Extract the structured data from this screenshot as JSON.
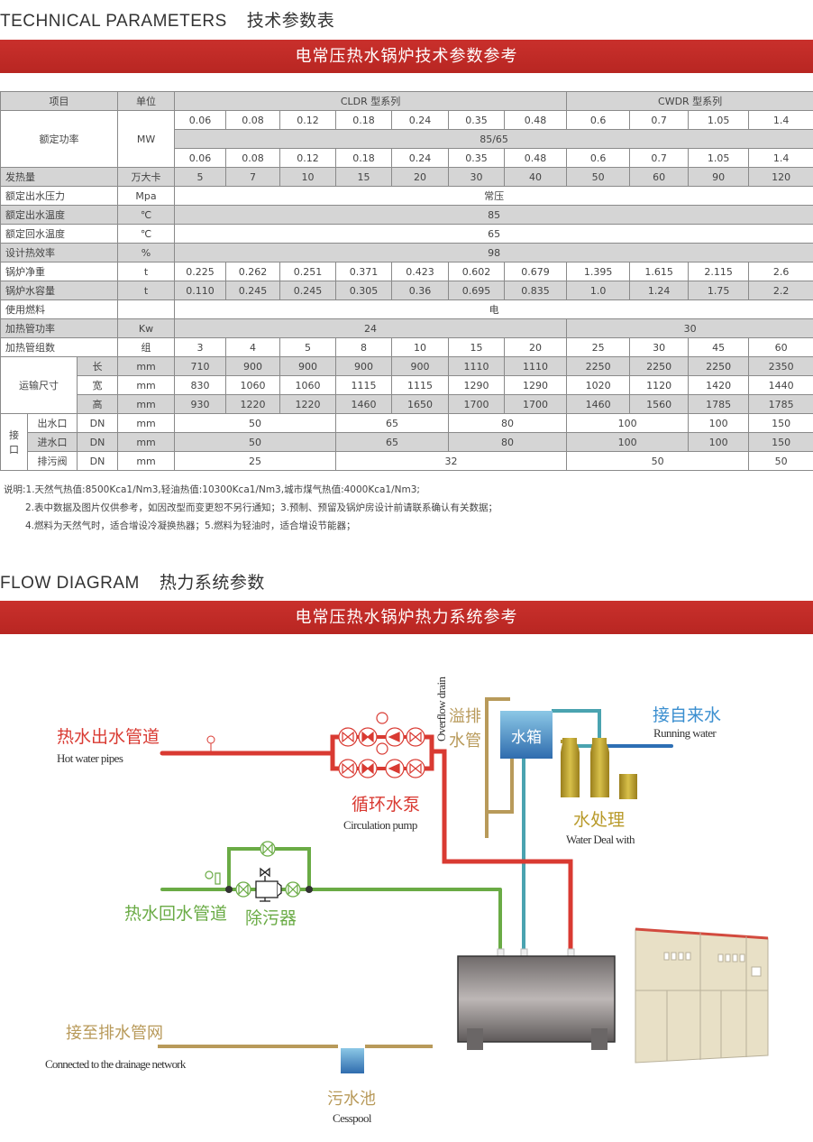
{
  "section1": {
    "en": "TECHNICAL PARAMETERS",
    "cn": "技术参数表",
    "banner": "电常压热水锅炉技术参数参考"
  },
  "table": {
    "header": {
      "item": "项目",
      "unit": "单位",
      "series_a": "CLDR 型系列",
      "series_b": "CWDR 型系列"
    },
    "rated_power": {
      "label": "额定功率",
      "unit": "MW",
      "row1": [
        "0.06",
        "0.08",
        "0.12",
        "0.18",
        "0.24",
        "0.35",
        "0.48",
        "0.6",
        "0.7",
        "1.05",
        "1.4"
      ],
      "temp": "85/65",
      "row2": [
        "0.06",
        "0.08",
        "0.12",
        "0.18",
        "0.24",
        "0.35",
        "0.48",
        "0.6",
        "0.7",
        "1.05",
        "1.4"
      ]
    },
    "heat_output": {
      "label": "发热量",
      "unit": "万大卡",
      "values": [
        "5",
        "7",
        "10",
        "15",
        "20",
        "30",
        "40",
        "50",
        "60",
        "90",
        "120"
      ]
    },
    "outlet_pressure": {
      "label": "额定出水压力",
      "unit": "Mpa",
      "value": "常压"
    },
    "outlet_temp": {
      "label": "额定出水温度",
      "unit": "℃",
      "value": "85"
    },
    "return_temp": {
      "label": "额定回水温度",
      "unit": "℃",
      "value": "65"
    },
    "efficiency": {
      "label": "设计热效率",
      "unit": "%",
      "value": "98"
    },
    "net_weight": {
      "label": "锅炉净重",
      "unit": "t",
      "values": [
        "0.225",
        "0.262",
        "0.251",
        "0.371",
        "0.423",
        "0.602",
        "0.679",
        "1.395",
        "1.615",
        "2.115",
        "2.6"
      ]
    },
    "water_capacity": {
      "label": "锅炉水容量",
      "unit": "t",
      "values": [
        "0.110",
        "0.245",
        "0.245",
        "0.305",
        "0.36",
        "0.695",
        "0.835",
        "1.0",
        "1.24",
        "1.75",
        "2.2"
      ]
    },
    "fuel": {
      "label": "使用燃料",
      "unit": "",
      "value": "电"
    },
    "heater_power": {
      "label": "加热管功率",
      "unit": "Kw",
      "values": [
        "24",
        "30"
      ]
    },
    "heater_groups": {
      "label": "加热管组数",
      "unit": "组",
      "values": [
        "3",
        "4",
        "5",
        "8",
        "10",
        "15",
        "20",
        "25",
        "30",
        "45",
        "60"
      ]
    },
    "transport": {
      "label": "运输尺寸",
      "rows": [
        {
          "sub": "长",
          "unit": "mm",
          "values": [
            "710",
            "900",
            "900",
            "900",
            "900",
            "1110",
            "1110",
            "2250",
            "2250",
            "2250",
            "2350"
          ]
        },
        {
          "sub": "宽",
          "unit": "mm",
          "values": [
            "830",
            "1060",
            "1060",
            "1115",
            "1115",
            "1290",
            "1290",
            "1020",
            "1120",
            "1420",
            "1440"
          ]
        },
        {
          "sub": "高",
          "unit": "mm",
          "values": [
            "930",
            "1220",
            "1220",
            "1460",
            "1650",
            "1700",
            "1700",
            "1460",
            "1560",
            "1785",
            "1785"
          ]
        }
      ]
    },
    "ports": {
      "label": "接口",
      "rows": [
        {
          "sub": "出水口",
          "type": "DN",
          "unit": "mm",
          "values": [
            "50",
            "65",
            "80",
            "100",
            "100",
            "150"
          ]
        },
        {
          "sub": "进水口",
          "type": "DN",
          "unit": "mm",
          "values": [
            "50",
            "65",
            "80",
            "100",
            "100",
            "150"
          ]
        },
        {
          "sub": "排污阀",
          "type": "DN",
          "unit": "mm",
          "values": [
            "25",
            "32",
            "50",
            "50"
          ]
        }
      ]
    }
  },
  "notes": [
    "说明:1.天然气热值:8500Kca1/Nm3,轻油热值:10300Kca1/Nm3,城市煤气热值:4000Kca1/Nm3;",
    "2.表中数据及图片仅供参考，如因改型而变更恕不另行通知；3.预制、预留及锅炉房设计前请联系确认有关数据；",
    "4.燃料为天然气时，适合增设冷凝换热器；5.燃料为轻油时，适合增设节能器；"
  ],
  "section2": {
    "en": "FLOW DIAGRAM",
    "cn": "热力系统参数",
    "banner": "电常压热水锅炉热力系统参考"
  },
  "diagram": {
    "hot_pipe": {
      "cn": "热水出水管道",
      "en": "Hot water pipes"
    },
    "pump": {
      "cn": "循环水泵",
      "en": "Circulation pump"
    },
    "overflow": {
      "cn1": "溢排",
      "cn2": "水管",
      "en": "Overflow drain"
    },
    "tank": "水箱",
    "running": {
      "cn": "接自来水",
      "en": "Running water"
    },
    "treatment": {
      "cn": "水处理",
      "en": "Water Deal with"
    },
    "return_pipe": {
      "cn": "热水回水管道"
    },
    "filter": {
      "cn": "除污器"
    },
    "drain": {
      "cn": "接至排水管网",
      "en": "Connected to the drainage network"
    },
    "cesspool": {
      "cn": "污水池",
      "en": "Cesspool"
    },
    "colors": {
      "red": "#d93a32",
      "green": "#6aab45",
      "teal": "#4aa3b0",
      "blue": "#2d6fb5",
      "tan": "#b89a5a",
      "gold": "#b89a2a"
    }
  }
}
